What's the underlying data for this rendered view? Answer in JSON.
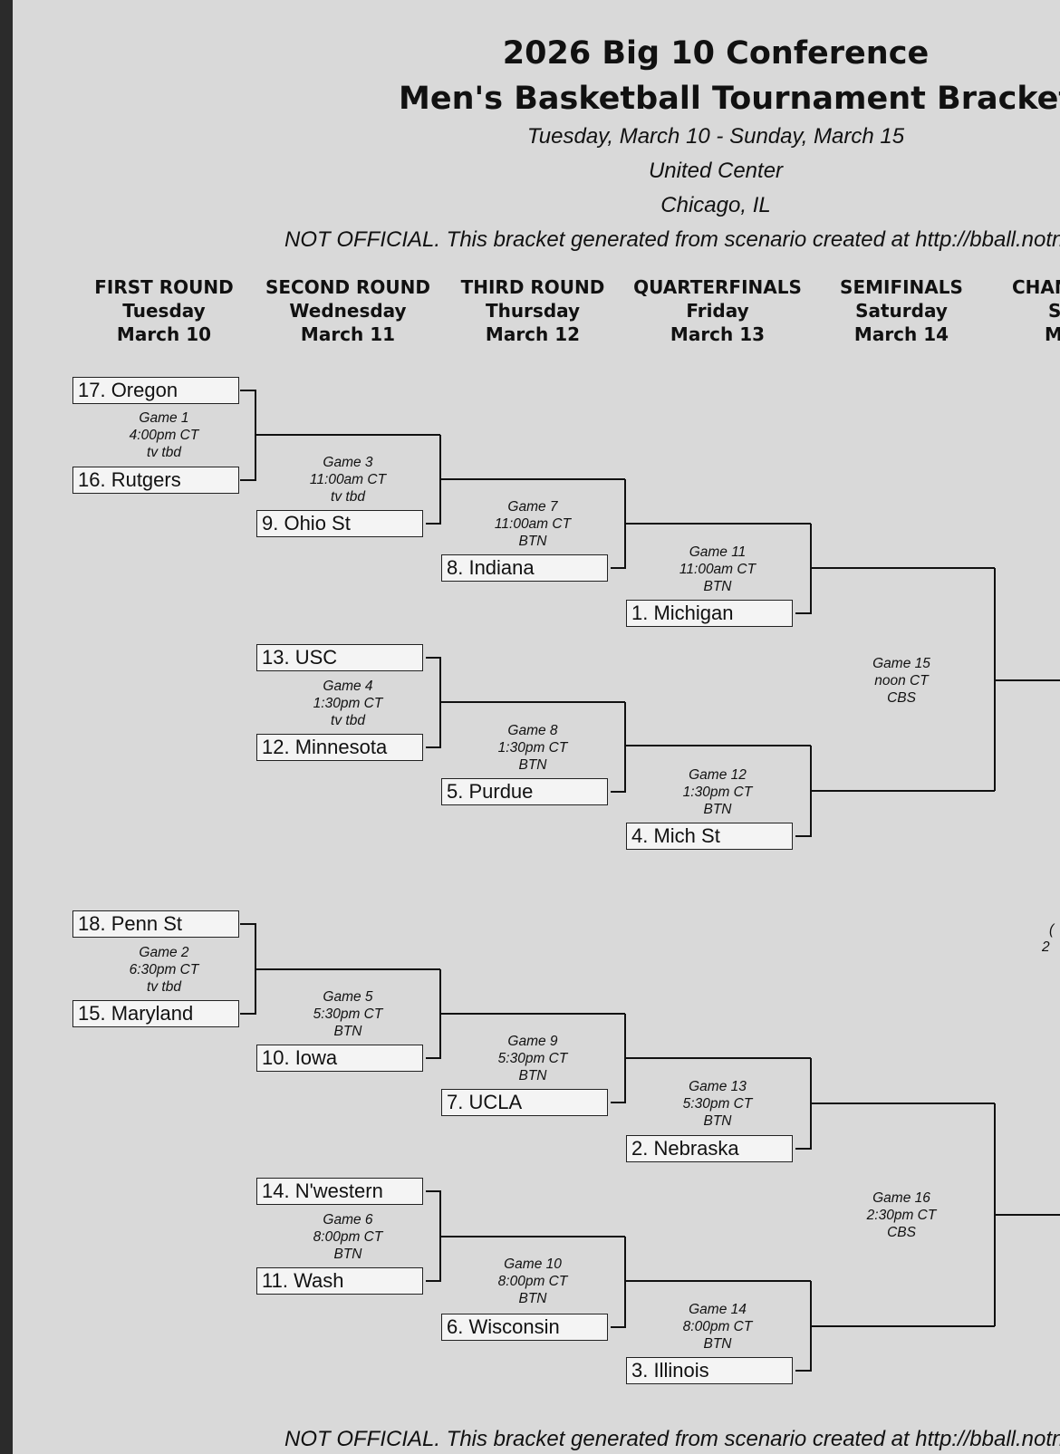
{
  "header": {
    "title_line1": "2026 Big 10 Conference",
    "title_line2": "Men's Basketball Tournament Bracket",
    "dates": "Tuesday, March 10 - Sunday, March 15",
    "venue": "United Center",
    "city": "Chicago, IL",
    "notice_top": "NOT OFFICIAL.  This bracket generated from scenario created at http://bball.notno",
    "notice_bottom": "NOT OFFICIAL.  This bracket generated from scenario created at http://bball.notno"
  },
  "rounds": [
    {
      "name": "FIRST ROUND",
      "day": "Tuesday",
      "date": "March 10"
    },
    {
      "name": "SECOND ROUND",
      "day": "Wednesday",
      "date": "March 11"
    },
    {
      "name": "THIRD ROUND",
      "day": "Thursday",
      "date": "March 12"
    },
    {
      "name": "QUARTERFINALS",
      "day": "Friday",
      "date": "March 13"
    },
    {
      "name": "SEMIFINALS",
      "day": "Saturday",
      "date": "March 14"
    },
    {
      "name": "CHAM",
      "day": "S",
      "date": "M"
    }
  ],
  "teams": {
    "oregon": "17. Oregon",
    "rutgers": "16. Rutgers",
    "ohiost": "9. Ohio St",
    "indiana": "8. Indiana",
    "michigan": "1. Michigan",
    "usc": "13. USC",
    "minnesota": "12. Minnesota",
    "purdue": "5. Purdue",
    "michst": "4. Mich St",
    "pennst": "18. Penn St",
    "maryland": "15. Maryland",
    "iowa": "10. Iowa",
    "ucla": "7. UCLA",
    "nebraska": "2. Nebraska",
    "nwestern": "14. N'western",
    "wash": "11. Wash",
    "wisconsin": "6. Wisconsin",
    "illinois": "3. Illinois"
  },
  "games": {
    "g1": {
      "name": "Game 1",
      "time": "4:00pm CT",
      "tv": "tv tbd"
    },
    "g2": {
      "name": "Game 2",
      "time": "6:30pm CT",
      "tv": "tv tbd"
    },
    "g3": {
      "name": "Game 3",
      "time": "11:00am CT",
      "tv": "tv tbd"
    },
    "g4": {
      "name": "Game 4",
      "time": "1:30pm CT",
      "tv": "tv tbd"
    },
    "g5": {
      "name": "Game 5",
      "time": "5:30pm CT",
      "tv": "BTN"
    },
    "g6": {
      "name": "Game 6",
      "time": "8:00pm CT",
      "tv": "BTN"
    },
    "g7": {
      "name": "Game 7",
      "time": "11:00am CT",
      "tv": "BTN"
    },
    "g8": {
      "name": "Game 8",
      "time": "1:30pm CT",
      "tv": "BTN"
    },
    "g9": {
      "name": "Game 9",
      "time": "5:30pm CT",
      "tv": "BTN"
    },
    "g10": {
      "name": "Game 10",
      "time": "8:00pm CT",
      "tv": "BTN"
    },
    "g11": {
      "name": "Game 11",
      "time": "11:00am CT",
      "tv": "BTN"
    },
    "g12": {
      "name": "Game 12",
      "time": "1:30pm CT",
      "tv": "BTN"
    },
    "g13": {
      "name": "Game 13",
      "time": "5:30pm CT",
      "tv": "BTN"
    },
    "g14": {
      "name": "Game 14",
      "time": "8:00pm CT",
      "tv": "BTN"
    },
    "g15": {
      "name": "Game 15",
      "time": "noon CT",
      "tv": "CBS"
    },
    "g16": {
      "name": "Game 16",
      "time": "2:30pm CT",
      "tv": "CBS"
    }
  },
  "championship_partial": {
    "line1": "(",
    "line2": "2"
  }
}
